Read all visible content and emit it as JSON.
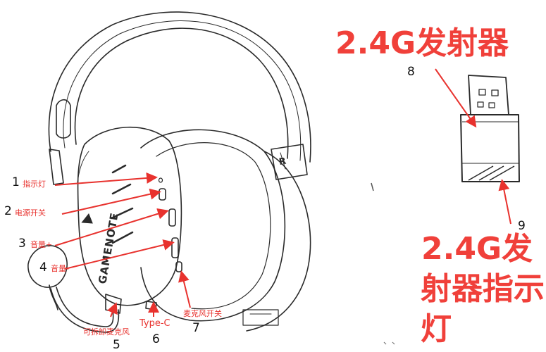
{
  "headset": {
    "brand_text": "GAMENOTE",
    "side_mark": "R"
  },
  "callouts": [
    {
      "number": "1",
      "text": "指示灯"
    },
    {
      "number": "2",
      "text": "电源开关"
    },
    {
      "number": "3",
      "text": "音量+"
    },
    {
      "number": "4",
      "text": "音量-"
    },
    {
      "number": "5",
      "text": "可拆卸麦克风"
    },
    {
      "number": "6",
      "text": "Type-C"
    },
    {
      "number": "7",
      "text": "麦克风开关"
    },
    {
      "number": "8",
      "text": "2.4G发射器"
    },
    {
      "number": "9",
      "text": "2.4G发射器指示灯"
    }
  ],
  "receiver_title_lines": [
    "2.4G发射器"
  ],
  "indicator_title_lines": [
    "2.4G发",
    "射器指示",
    "灯"
  ],
  "colors": {
    "arrow": "#e8322e",
    "line_art": "#2a2a2a",
    "label_text": "#e8322e"
  }
}
